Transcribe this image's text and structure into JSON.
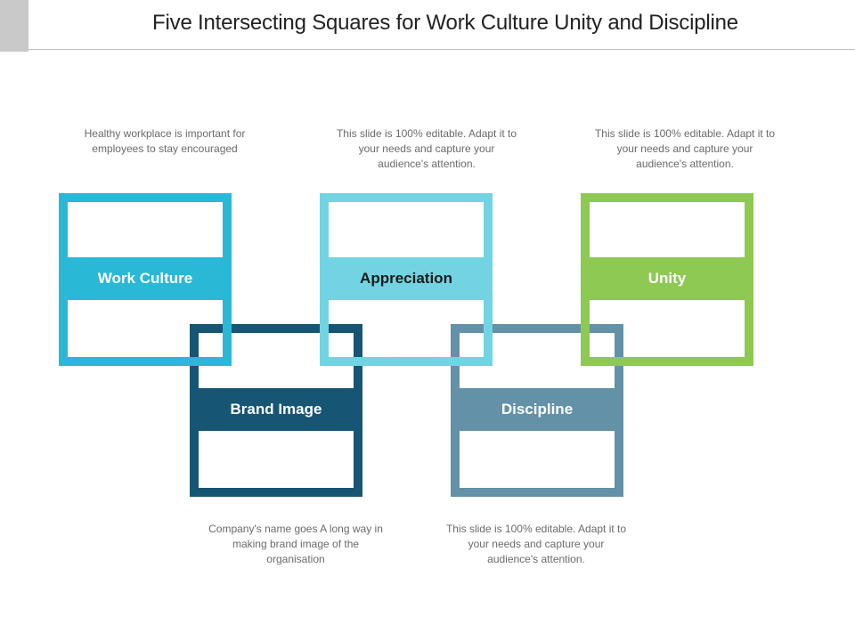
{
  "title": "Five Intersecting Squares for Work Culture Unity and Discipline",
  "colors": {
    "work_culture": "#29b9d6",
    "appreciation": "#72d4e3",
    "unity": "#8dc953",
    "brand_image": "#175574",
    "discipline": "#6391a8"
  },
  "squares": {
    "work_culture": {
      "label": "Work Culture",
      "description": "Healthy workplace is important for employees to stay encouraged"
    },
    "appreciation": {
      "label": "Appreciation",
      "description": "This slide is 100% editable. Adapt it to your needs and capture your audience's attention."
    },
    "unity": {
      "label": "Unity",
      "description": "This slide is 100% editable. Adapt it to your needs and capture your audience's attention."
    },
    "brand_image": {
      "label": "Brand Image",
      "description": "Company's name goes A long way in making brand image of the organisation"
    },
    "discipline": {
      "label": "Discipline",
      "description": "This slide is 100% editable. Adapt it to your needs and capture your audience's attention."
    }
  }
}
